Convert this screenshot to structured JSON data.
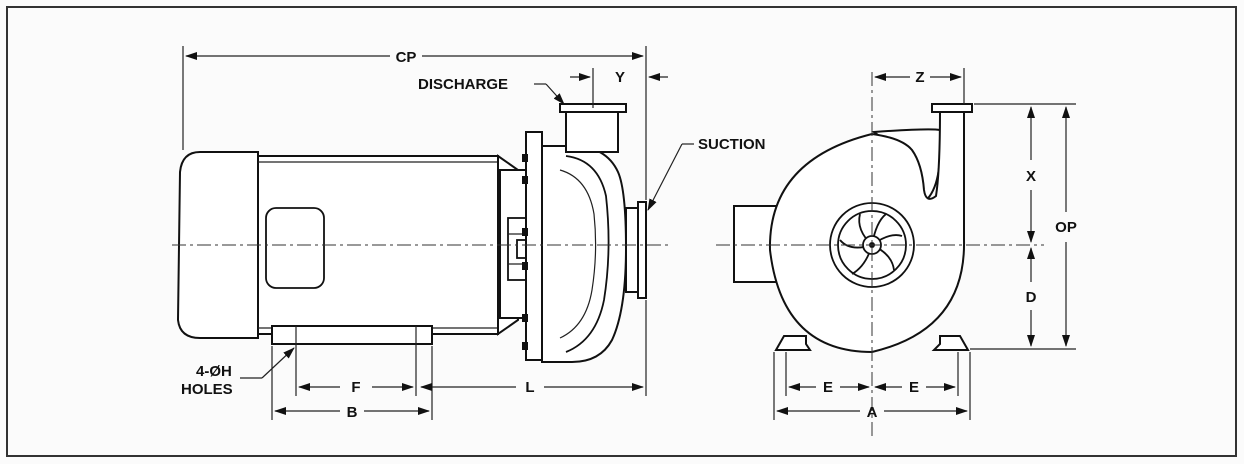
{
  "labels": {
    "cp": "CP",
    "discharge": "DISCHARGE",
    "y": "Y",
    "suction": "SUCTION",
    "holes_line1": "4-ØH",
    "holes_line2": "HOLES",
    "f": "F",
    "l": "L",
    "b": "B",
    "z": "Z",
    "x": "X",
    "op": "OP",
    "d": "D",
    "e_left": "E",
    "e_right": "E",
    "a": "A"
  }
}
